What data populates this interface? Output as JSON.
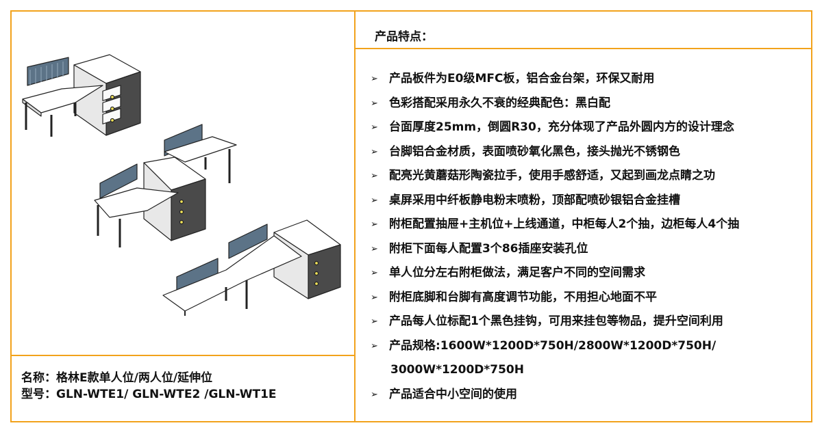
{
  "header": {
    "title": "产品特点："
  },
  "features": [
    {
      "text": "产品板件为E0级MFC板，铝合金台架，环保又耐用",
      "bullet": true
    },
    {
      "text": "色彩搭配采用永久不衰的经典配色：黑白配",
      "bullet": true
    },
    {
      "text": "台面厚度25mm，倒圆R30，充分体现了产品外圆内方的设计理念",
      "bullet": true
    },
    {
      "text": "台脚铝合金材质，表面喷砂氧化黑色，接头抛光不锈钢色",
      "bullet": true
    },
    {
      "text": "配亮光黄蘑菇形陶瓷拉手，使用手感舒适，又起到画龙点睛之功",
      "bullet": true
    },
    {
      "text": "桌屏采用中纤板静电粉末喷粉，顶部配喷砂银铝合金挂槽",
      "bullet": true
    },
    {
      "text": "附柜配置抽屉+主机位+上线通道，中柜每人2个抽，边柜每人4个抽",
      "bullet": true
    },
    {
      "text": "附柜下面每人配置3个86插座安装孔位",
      "bullet": true
    },
    {
      "text": "单人位分左右附柜做法，满足客户不同的空间需求",
      "bullet": true
    },
    {
      "text": "附柜底脚和台脚有高度调节功能，不用担心地面不平",
      "bullet": true
    },
    {
      "text": "产品每人位标配1个黑色挂钩，可用来挂包等物品，提升空间利用",
      "bullet": true
    },
    {
      "text": "产品规格:1600W*1200D*750H/2800W*1200D*750H/",
      "bullet": true
    },
    {
      "text": "3000W*1200D*750H",
      "bullet": false
    },
    {
      "text": "产品适合中小空间的使用",
      "bullet": true
    }
  ],
  "bullet_glyph": "➢",
  "product": {
    "name_line": "名称：格林E款单人位/两人位/延伸位",
    "model_line": "型号：GLN-WTE1/ GLN-WTE2 /GLN-WT1E"
  },
  "colors": {
    "frame": "#f2a21b",
    "screen": "#5c7387",
    "cabinet": "#4a4a4a",
    "handle": "#f0e25a"
  }
}
